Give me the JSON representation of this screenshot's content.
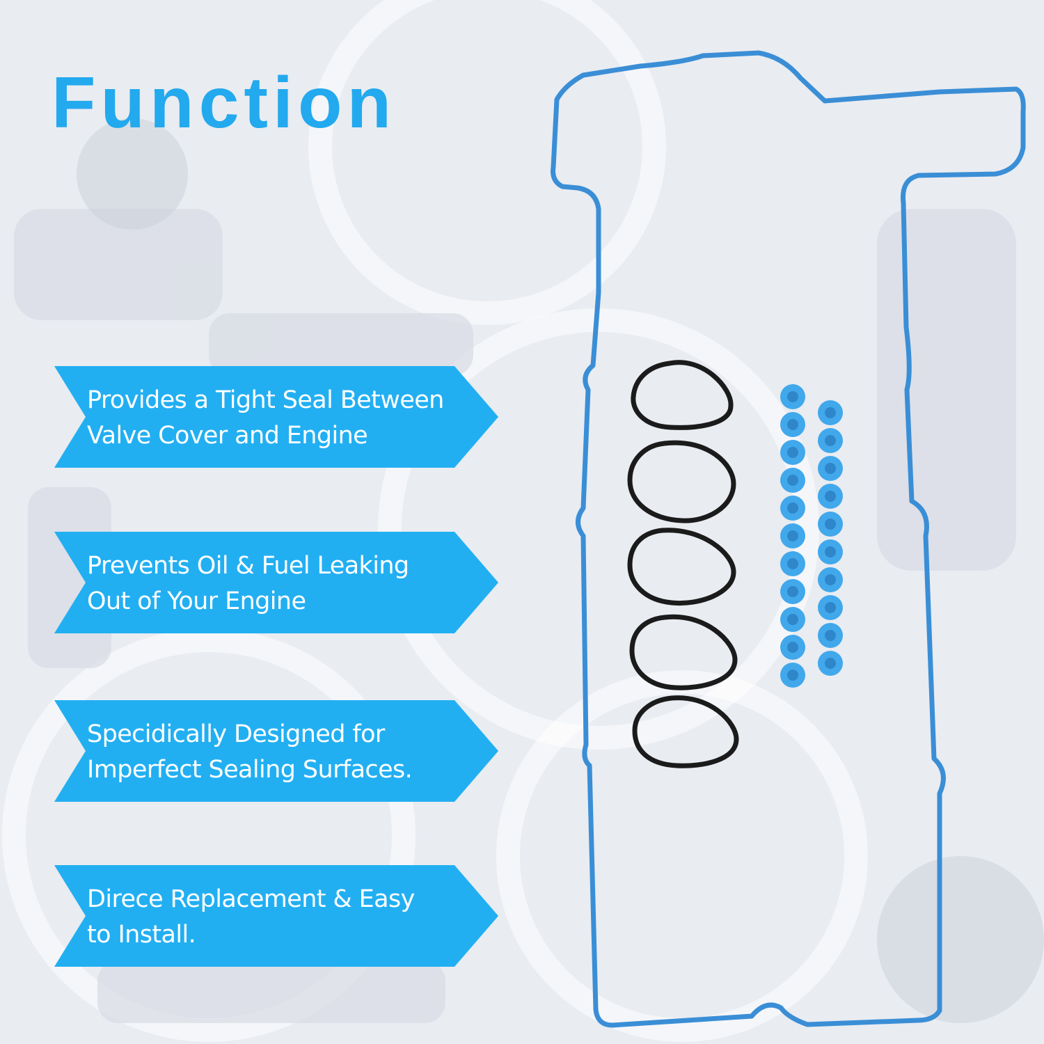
{
  "heading": "Function",
  "features": [
    {
      "line1": "Provides a Tight Seal Between",
      "line2": "Valve Cover and Engine"
    },
    {
      "line1": "Prevents Oil & Fuel Leaking",
      "line2": "Out of Your Engine"
    },
    {
      "line1": "Specidically Designed for",
      "line2": "Imperfect Sealing Surfaces."
    },
    {
      "line1": "Direce Replacement & Easy",
      "line2": "to Install."
    }
  ],
  "colors": {
    "accent": "#23a9ee",
    "banner": "#22aff2",
    "gasket": "#3a8ed6",
    "o_ring": "#1b1b1b",
    "grommet": "#41a8ec",
    "background": "#e9ecf1"
  },
  "kit": {
    "o_ring_count": 5,
    "grommet_columns": [
      11,
      10
    ]
  }
}
